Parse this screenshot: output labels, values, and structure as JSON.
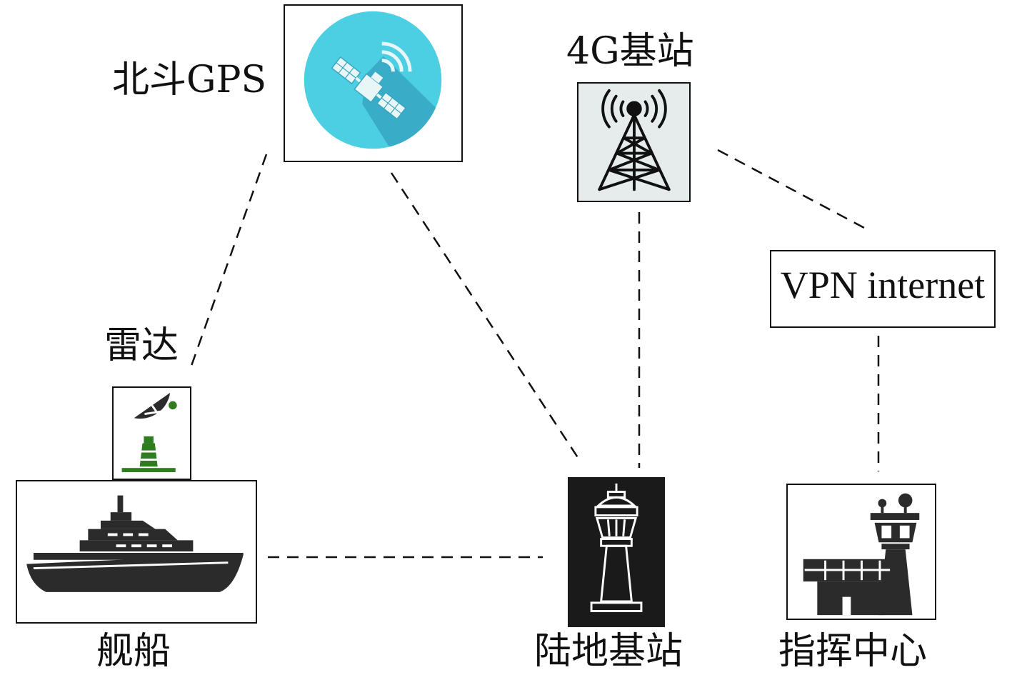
{
  "nodes": {
    "gps": {
      "label": "北斗GPS",
      "icon": "satellite-icon",
      "color": "#4ccfe2"
    },
    "base_station_4g": {
      "label": "4G基站",
      "icon": "cell-tower-icon"
    },
    "vpn": {
      "label": "VPN internet"
    },
    "radar": {
      "label": "雷达",
      "icon": "radar-dish-icon",
      "color": "#2e7d1f"
    },
    "ship": {
      "label": "舰船",
      "icon": "ship-icon"
    },
    "land_station": {
      "label": "陆地基站",
      "icon": "control-tower-icon"
    },
    "command_center": {
      "label": "指挥中心",
      "icon": "command-center-icon"
    }
  },
  "links": [
    {
      "from": "gps",
      "to": "radar",
      "style": "dashed"
    },
    {
      "from": "gps",
      "to": "land_station",
      "style": "dashed"
    },
    {
      "from": "ship",
      "to": "land_station",
      "style": "dashed"
    },
    {
      "from": "base_station_4g",
      "to": "land_station",
      "style": "dashed"
    },
    {
      "from": "base_station_4g",
      "to": "vpn",
      "style": "dashed"
    },
    {
      "from": "vpn",
      "to": "command_center",
      "style": "dashed"
    }
  ]
}
